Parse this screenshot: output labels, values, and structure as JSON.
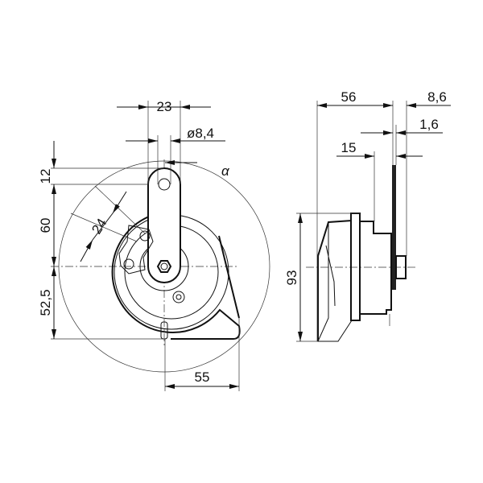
{
  "drawing": {
    "front_view": {
      "dimensions": {
        "bracket_width": "23",
        "hole_diameter": "ø8,4",
        "hole_offset": "12",
        "hole_to_center": "60",
        "center_to_bottom": "52,5",
        "terminal_spacing": "24",
        "center_to_edge": "55",
        "angle": "α"
      }
    },
    "side_view": {
      "dimensions": {
        "depth": "56",
        "bracket_offset": "8,6",
        "bracket_thickness": "1,6",
        "rear_offset": "15",
        "height": "93"
      }
    }
  }
}
